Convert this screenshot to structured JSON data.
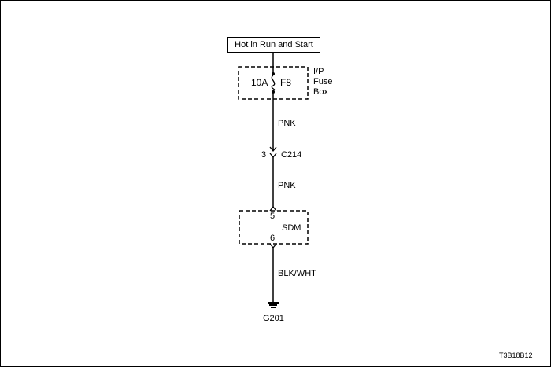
{
  "power_source": {
    "label": "Hot in Run and Start"
  },
  "fuse": {
    "rating": "10A",
    "id": "F8",
    "location_line1": "I/P",
    "location_line2": "Fuse",
    "location_line3": "Box"
  },
  "wires": {
    "upper_color": "PNK",
    "middle_color": "PNK",
    "lower_color": "BLK/WHT"
  },
  "connector": {
    "pin": "3",
    "id": "C214"
  },
  "module": {
    "name": "SDM",
    "pin_in": "5",
    "pin_out": "6"
  },
  "ground": {
    "id": "G201"
  },
  "figure_code": "T3B18B12"
}
